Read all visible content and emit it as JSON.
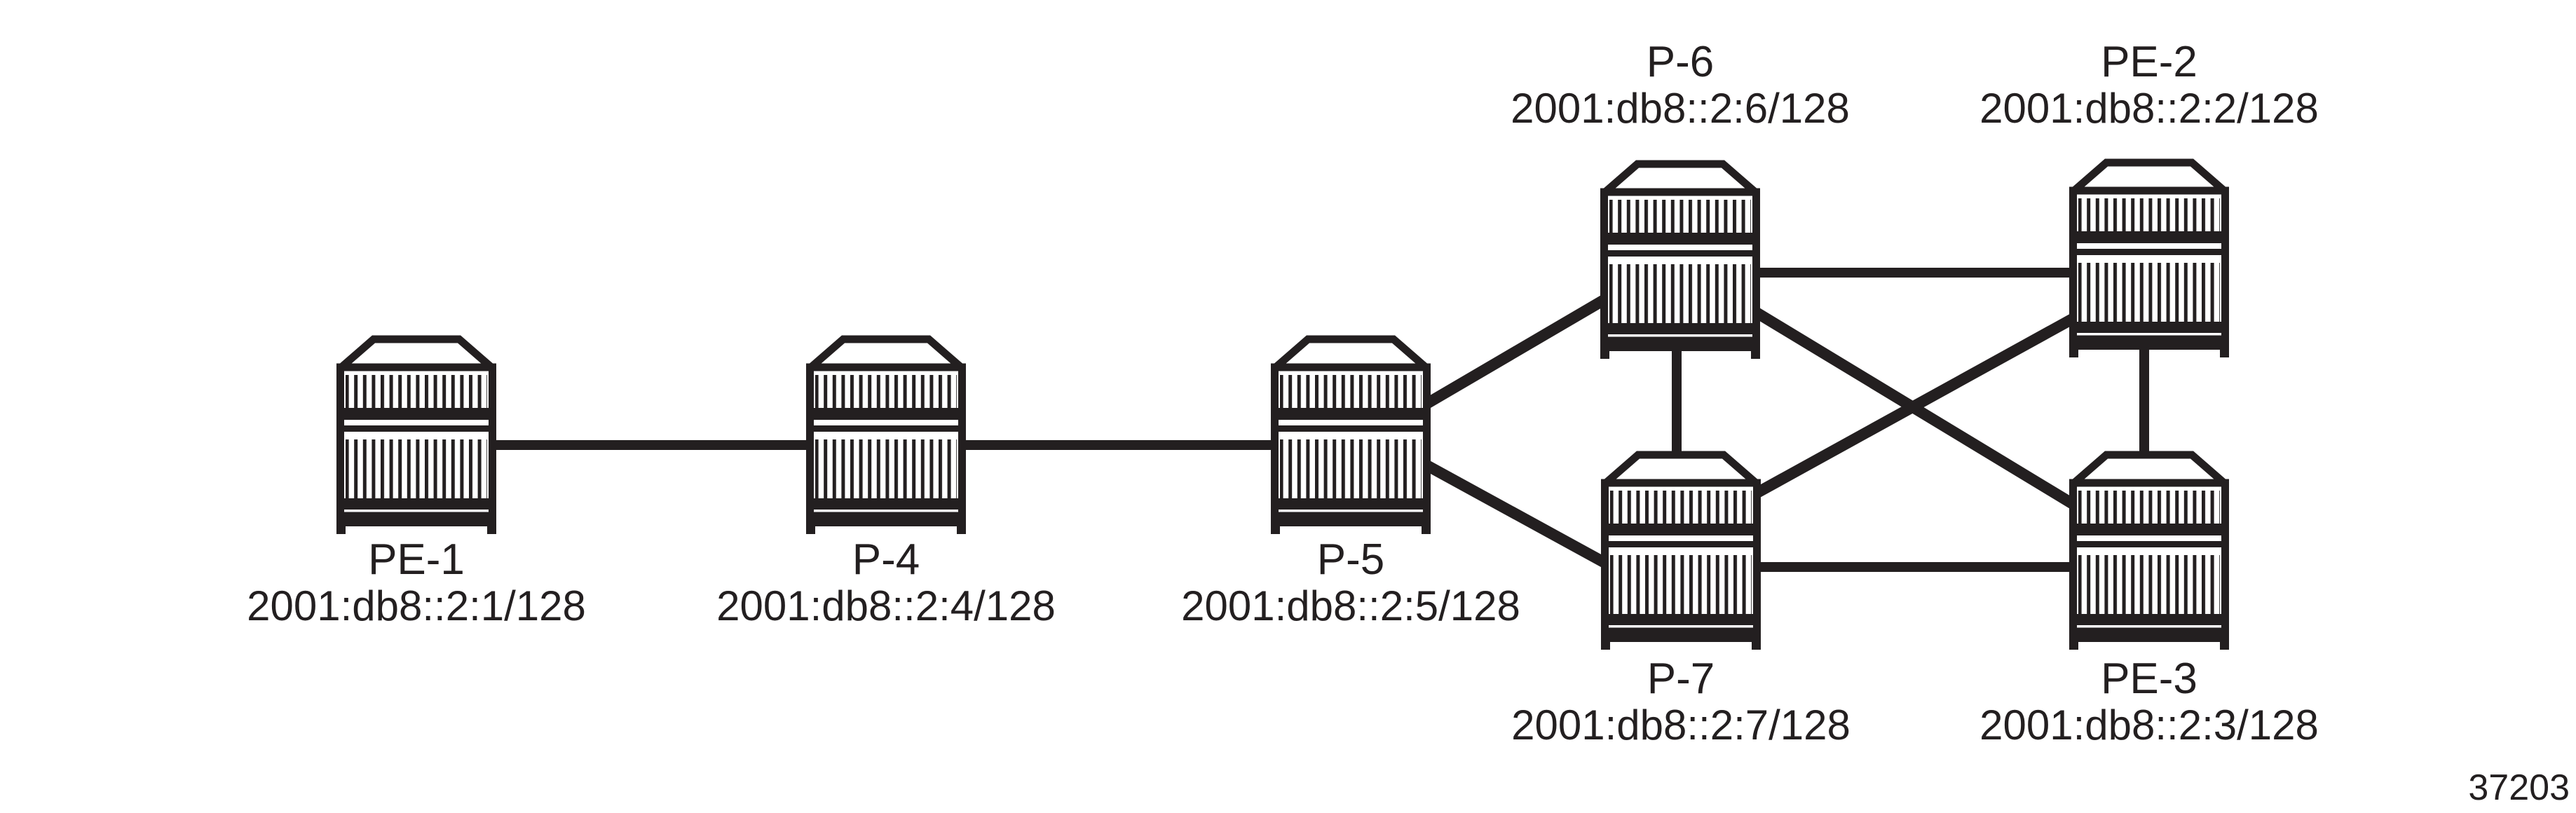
{
  "diagram": {
    "figure_number": "37203",
    "colors": {
      "line": "#231f20",
      "background": "#ffffff"
    },
    "nodes": [
      {
        "id": "pe-1",
        "label": "PE-1",
        "address": "2001:db8::2:1/128"
      },
      {
        "id": "p-4",
        "label": "P-4",
        "address": "2001:db8::2:4/128"
      },
      {
        "id": "p-5",
        "label": "P-5",
        "address": "2001:db8::2:5/128"
      },
      {
        "id": "p-6",
        "label": "P-6",
        "address": "2001:db8::2:6/128"
      },
      {
        "id": "pe-2",
        "label": "PE-2",
        "address": "2001:db8::2:2/128"
      },
      {
        "id": "p-7",
        "label": "P-7",
        "address": "2001:db8::2:7/128"
      },
      {
        "id": "pe-3",
        "label": "PE-3",
        "address": "2001:db8::2:3/128"
      }
    ],
    "links": [
      {
        "from": "PE-1",
        "to": "P-4"
      },
      {
        "from": "P-4",
        "to": "P-5"
      },
      {
        "from": "P-5",
        "to": "P-6"
      },
      {
        "from": "P-5",
        "to": "P-7"
      },
      {
        "from": "P-6",
        "to": "PE-2"
      },
      {
        "from": "P-6",
        "to": "P-7"
      },
      {
        "from": "P-6",
        "to": "PE-3"
      },
      {
        "from": "P-7",
        "to": "PE-2"
      },
      {
        "from": "P-7",
        "to": "PE-3"
      },
      {
        "from": "PE-2",
        "to": "PE-3"
      }
    ]
  }
}
